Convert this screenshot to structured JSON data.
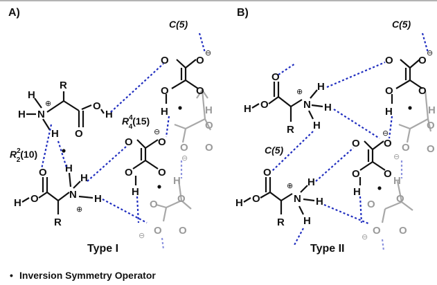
{
  "panels": {
    "a": {
      "label": "A)",
      "type_label": "Type I",
      "graph_sets": [
        "C(5)",
        "R",
        "4",
        "4",
        "(15)",
        "R",
        "2",
        "2",
        "(10)"
      ]
    },
    "b": {
      "label": "B)",
      "type_label": "Type II",
      "graph_sets": [
        "C(5)",
        "C(5)"
      ]
    }
  },
  "atoms": {
    "H": "H",
    "N": "N",
    "O": "O",
    "R": "R",
    "plus": "⊕",
    "minus": "⊖"
  },
  "legend": {
    "bullet": "•",
    "text": "Inversion Symmetry Operator"
  },
  "colors": {
    "hbond": "#1f2dbf",
    "hbond_faded": "#8c93de",
    "bond": "#111111",
    "faded": "#a8a8a8"
  }
}
